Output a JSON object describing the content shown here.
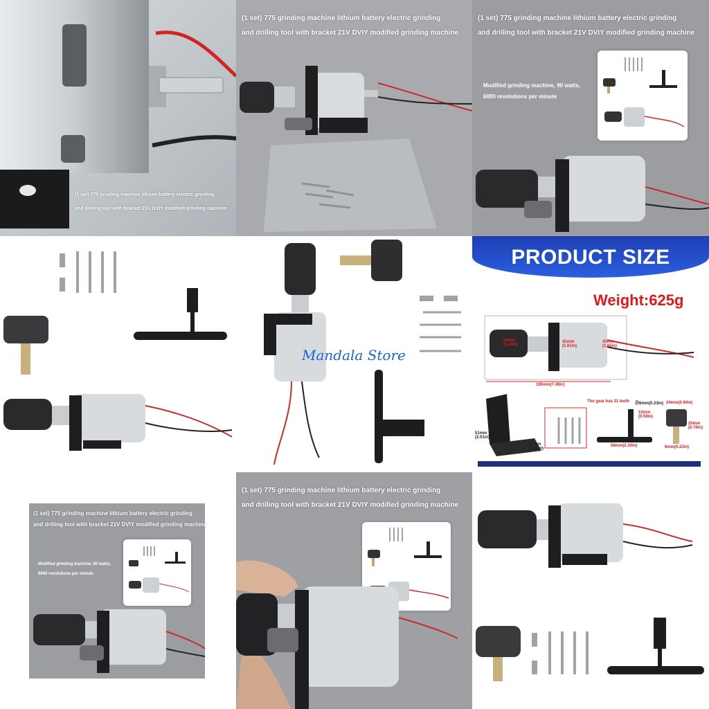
{
  "caption": {
    "line1": "(1 set) 775 grinding machine lithium battery electric grinding",
    "line2": "and drilling tool with bracket 21V DVIY modified grinding machine"
  },
  "inset_note": {
    "line1": "Modified grinding machine, 90 watts,",
    "line2": "6000 revolutions per minute"
  },
  "product_size": {
    "banner": "PRODUCT SIZE",
    "weight": "Weight:625g",
    "dims": {
      "motor_height": "41mm",
      "motor_height_in": "(1.61in)",
      "motor_dia": "41mm",
      "motor_dia_in": "(1.65in)",
      "chuck": "34mm",
      "chuck_in": "(1.34in)",
      "length": "190mm(7.48in)",
      "bracket_h": "51mm",
      "bracket_h_in": "(2.01in)",
      "bracket_w": "50mm",
      "bracket_w_in": "(1.97in)",
      "gear_note": "The gear has 11 teeth",
      "gear_dia": "Ⓓ6mm(0.23in)",
      "key_len": "56mm(2.20in)",
      "key_15": "15mm",
      "key_15_in": "(0.59in)",
      "stone_dia": "24mm(0.94in)",
      "stone_h": "20mm",
      "stone_h_in": "(0.79in)",
      "shank": "6mm(0.23in)"
    }
  },
  "watermark": "Mandala Store",
  "colors": {
    "banner": "#2a5fe0",
    "accent_red": "#e0191b",
    "footer": "#1f2f7a"
  }
}
